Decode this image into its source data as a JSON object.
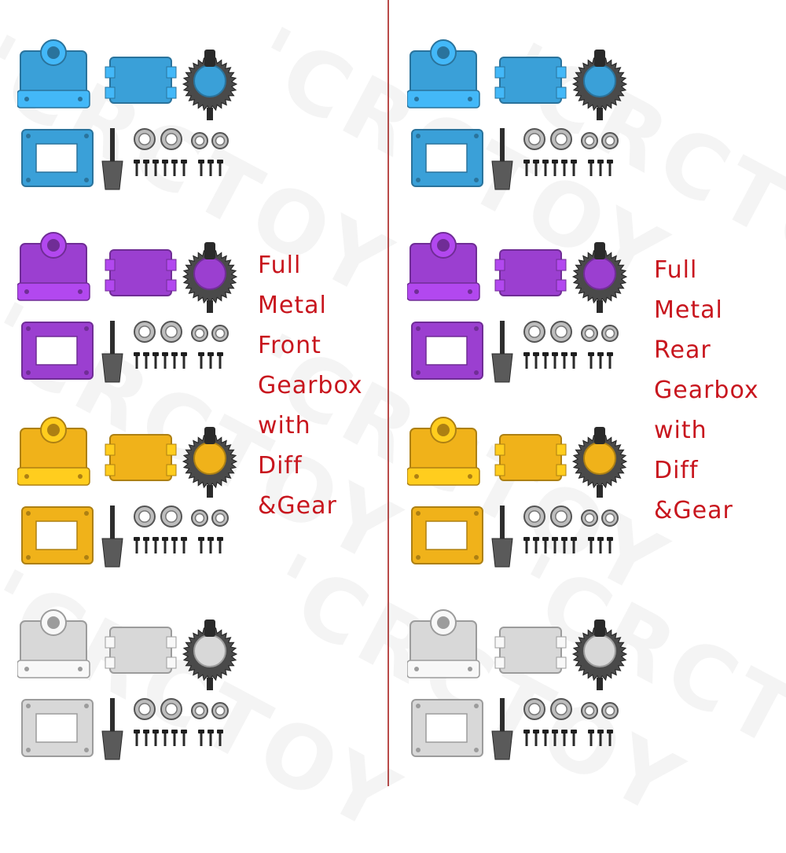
{
  "watermark": "'CRCTOY",
  "captions": {
    "front": [
      "Full",
      "Metal",
      "Front",
      "Gearbox",
      "with",
      "Diff",
      "&Gear"
    ],
    "rear": [
      "Full",
      "Metal",
      "Rear",
      "Gearbox",
      "with",
      "Diff",
      "&Gear"
    ]
  },
  "colors": {
    "divider": "#b94a48",
    "caption": "#c8161e",
    "blue": "#3aa0d8",
    "purple": "#9b3fd0",
    "gold": "#f0b21a",
    "silver": "#d8d8d8"
  },
  "kits": [
    {
      "color_name": "blue",
      "side": "front"
    },
    {
      "color_name": "purple",
      "side": "front"
    },
    {
      "color_name": "gold",
      "side": "front"
    },
    {
      "color_name": "silver",
      "side": "front"
    },
    {
      "color_name": "blue",
      "side": "rear"
    },
    {
      "color_name": "purple",
      "side": "rear"
    },
    {
      "color_name": "gold",
      "side": "rear"
    },
    {
      "color_name": "silver",
      "side": "rear"
    }
  ]
}
